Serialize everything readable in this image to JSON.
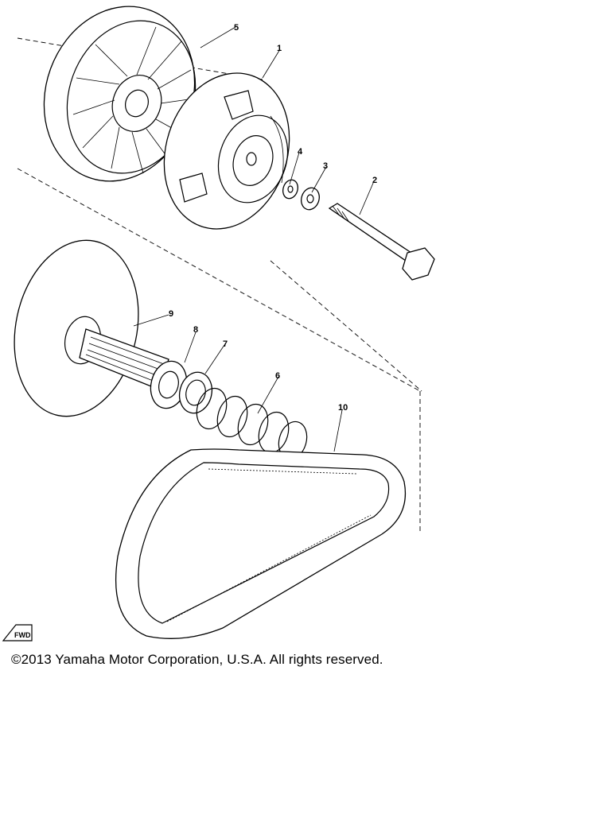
{
  "callouts": [
    "1",
    "2",
    "3",
    "4",
    "5",
    "6",
    "7",
    "8",
    "9",
    "10"
  ],
  "fwd_mark": "FWD",
  "copyright": "©2013 Yamaha Motor Corporation, U.S.A. All rights reserved."
}
